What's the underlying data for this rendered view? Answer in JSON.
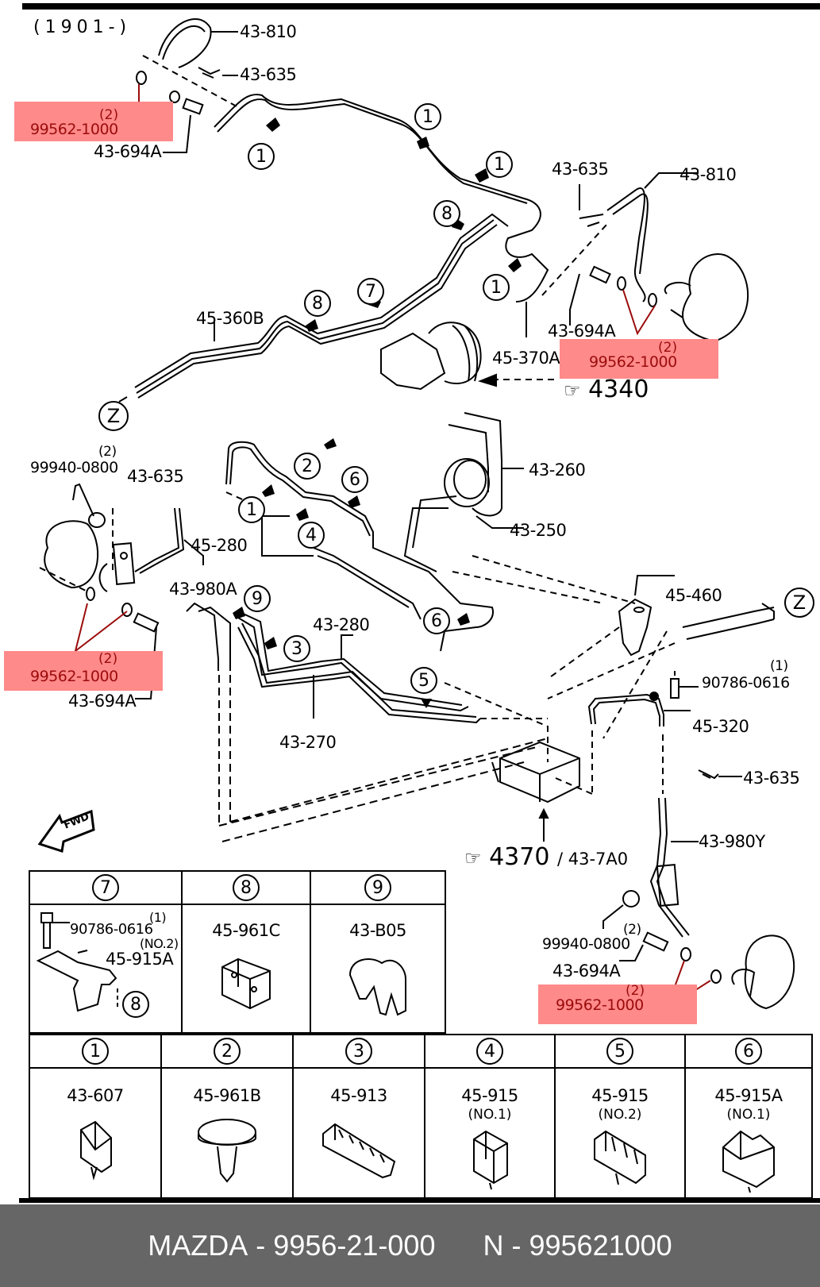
{
  "header": {
    "date_code": "(1901-)"
  },
  "callouts": {
    "hose_front_left": "43-810",
    "clip_front_left": "43-635",
    "bolt_front_left": "43-694A",
    "hose_front_right": "43-810",
    "clip_front_right": "43-635",
    "bolt_front_right": "43-694A",
    "pipe_front_right": "45-370A",
    "pipe_main": "45-360B",
    "ref_master_cyl": "4340",
    "nut_rear_left_qty": "(2)",
    "nut_rear_left": "99940-0800",
    "clip_rear_left": "43-635",
    "pipe_45_280": "45-280",
    "hose_rear_left": "43-980A",
    "bolt_rear_left": "43-694A",
    "pipe_43_260": "43-260",
    "pipe_43_250": "43-250",
    "pipe_43_280": "43-280",
    "pipe_43_270": "43-270",
    "bracket_45_460": "45-460",
    "bolt_90786_qty": "(1)",
    "bolt_90786": "90786-0616",
    "pipe_45_320": "45-320",
    "clip_rear_right": "43-635",
    "hose_rear_right": "43-980Y",
    "ref_hydraulic_unit": "4370",
    "ref_hydraulic_unit_alt": "/ 43-7A0",
    "nut_rear_right_qty": "(2)",
    "nut_rear_right": "99940-0800",
    "bolt_rear_right": "43-694A",
    "z_marker": "Z",
    "fwd": "FWD"
  },
  "highlighted_part": {
    "number": "99562-1000",
    "qty": "(2)",
    "color": "#ff8a8a",
    "text_color": "#9b0c0c"
  },
  "clip_markers": [
    "1",
    "1",
    "1",
    "1",
    "8",
    "7",
    "8",
    "2",
    "6",
    "1",
    "4",
    "9",
    "3",
    "6",
    "5"
  ],
  "legend_top": [
    {
      "index": "7",
      "part": "",
      "lines": [
        "90786-0616",
        "(1)",
        "(NO.2)",
        "45-915A",
        "8"
      ]
    },
    {
      "index": "8",
      "part": "45-961C",
      "note": ""
    },
    {
      "index": "9",
      "part": "43-B05",
      "note": ""
    }
  ],
  "legend_bottom": [
    {
      "index": "1",
      "part": "43-607",
      "note": ""
    },
    {
      "index": "2",
      "part": "45-961B",
      "note": ""
    },
    {
      "index": "3",
      "part": "45-913",
      "note": ""
    },
    {
      "index": "4",
      "part": "45-915",
      "note": "(NO.1)"
    },
    {
      "index": "5",
      "part": "45-915",
      "note": "(NO.2)"
    },
    {
      "index": "6",
      "part": "45-915A",
      "note": "(NO.1)"
    }
  ],
  "footer": {
    "brand": "MAZDA",
    "sep": " - ",
    "part_formatted": "9956-21-000",
    "prefix_n": "N",
    "part_raw": "995621000"
  }
}
